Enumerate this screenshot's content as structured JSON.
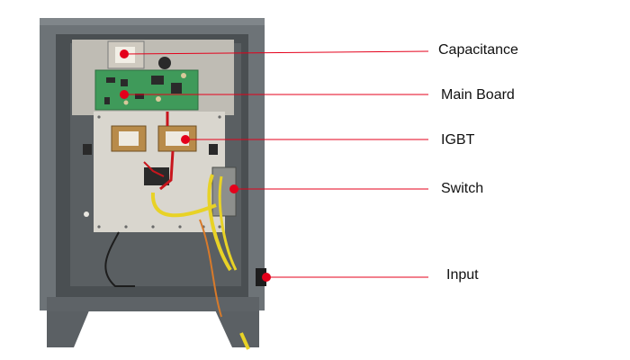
{
  "callouts": [
    {
      "id": "capacitance",
      "label": "Capacitance"
    },
    {
      "id": "main-board",
      "label": "Main Board"
    },
    {
      "id": "igbt",
      "label": "IGBT"
    },
    {
      "id": "switch",
      "label": "Switch"
    },
    {
      "id": "input",
      "label": "Input"
    }
  ],
  "colors": {
    "callout_dot": "#e4001b",
    "callout_line": "#e4001b",
    "cabinet": "#6d7377",
    "cabinet_inner": "#4a4f52",
    "mount_plate": "#d9d6ce",
    "circuit_board": "#3f9a5a",
    "wire_yellow": "#e8d226",
    "wire_red": "#c8161d"
  }
}
